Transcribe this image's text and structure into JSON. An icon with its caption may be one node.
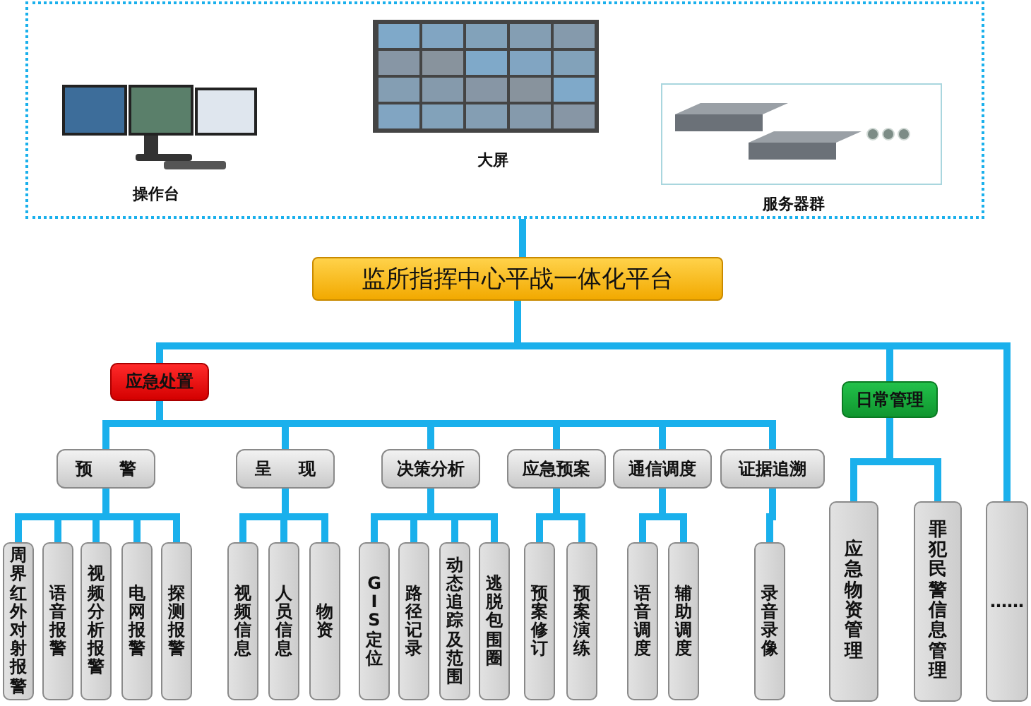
{
  "diagram": {
    "nodes": [
      {
        "text": [],
        "shape": "box"
      },
      {
        "text": [],
        "shape": "picture",
        "in": 0,
        "beside": [
          "操作台"
        ]
      },
      {
        "text": [],
        "shape": "picture",
        "in": 0,
        "beside": [
          "大屏"
        ]
      },
      {
        "text": [],
        "shape": "picture",
        "in": 0,
        "beside": [
          "服务器群"
        ]
      },
      {
        "text": [
          "监所指挥中心平战一体化平台"
        ]
      },
      {
        "text": [
          "应急处置"
        ]
      },
      {
        "text": [
          "日常管理"
        ]
      },
      {
        "text": [
          "……"
        ]
      },
      {
        "text": [
          "预 警"
        ]
      },
      {
        "text": [
          "呈 现"
        ]
      },
      {
        "text": [
          "决策分析"
        ]
      },
      {
        "text": [
          "应急预案"
        ]
      },
      {
        "text": [
          "通信调度"
        ]
      },
      {
        "text": [
          "证据追溯"
        ]
      },
      {
        "text": [
          "周界红外对射报警"
        ]
      },
      {
        "text": [
          "语音报警"
        ]
      },
      {
        "text": [
          "视频分析报警"
        ]
      },
      {
        "text": [
          "电网报警"
        ]
      },
      {
        "text": [
          "探测报警"
        ]
      },
      {
        "text": [
          "视频信息"
        ]
      },
      {
        "text": [
          "人员信息"
        ]
      },
      {
        "text": [
          "物资"
        ]
      },
      {
        "text": [
          "GIS定位"
        ]
      },
      {
        "text": [
          "路径记录"
        ]
      },
      {
        "text": [
          "动态追踪及范围"
        ]
      },
      {
        "text": [
          "逃脱包围圈"
        ]
      },
      {
        "text": [
          "预案修订"
        ]
      },
      {
        "text": [
          "预案演练"
        ]
      },
      {
        "text": [
          "语音调度"
        ]
      },
      {
        "text": [
          "辅助调度"
        ]
      },
      {
        "text": [
          "录音录像"
        ]
      },
      {
        "text": [
          "应急物资管理"
        ]
      },
      {
        "text": [
          "罪犯民警信息管理"
        ]
      }
    ],
    "edges": [
      {
        "from": 0,
        "to": 4,
        "arrow": "none"
      },
      {
        "from": 4,
        "to": 5,
        "arrow": "none"
      },
      {
        "from": 4,
        "to": 6,
        "arrow": "none"
      },
      {
        "from": 4,
        "to": 7,
        "arrow": "none"
      },
      {
        "from": 5,
        "to": 8,
        "arrow": "none"
      },
      {
        "from": 5,
        "to": 9,
        "arrow": "none"
      },
      {
        "from": 5,
        "to": 10,
        "arrow": "none"
      },
      {
        "from": 5,
        "to": 11,
        "arrow": "none"
      },
      {
        "from": 5,
        "to": 12,
        "arrow": "none"
      },
      {
        "from": 5,
        "to": 13,
        "arrow": "none"
      },
      {
        "from": 8,
        "to": 14,
        "arrow": "none"
      },
      {
        "from": 8,
        "to": 15,
        "arrow": "none"
      },
      {
        "from": 8,
        "to": 16,
        "arrow": "none"
      },
      {
        "from": 8,
        "to": 17,
        "arrow": "none"
      },
      {
        "from": 8,
        "to": 18,
        "arrow": "none"
      },
      {
        "from": 9,
        "to": 19,
        "arrow": "none"
      },
      {
        "from": 9,
        "to": 20,
        "arrow": "none"
      },
      {
        "from": 9,
        "to": 21,
        "arrow": "none"
      },
      {
        "from": 10,
        "to": 22,
        "arrow": "none"
      },
      {
        "from": 10,
        "to": 23,
        "arrow": "none"
      },
      {
        "from": 10,
        "to": 24,
        "arrow": "none"
      },
      {
        "from": 10,
        "to": 25,
        "arrow": "none"
      },
      {
        "from": 11,
        "to": 26,
        "arrow": "none"
      },
      {
        "from": 11,
        "to": 27,
        "arrow": "none"
      },
      {
        "from": 12,
        "to": 28,
        "arrow": "none"
      },
      {
        "from": 12,
        "to": 29,
        "arrow": "none"
      },
      {
        "from": 13,
        "to": 30,
        "arrow": "none"
      },
      {
        "from": 6,
        "to": 31,
        "arrow": "none"
      },
      {
        "from": 6,
        "to": 32,
        "arrow": "none"
      }
    ]
  }
}
